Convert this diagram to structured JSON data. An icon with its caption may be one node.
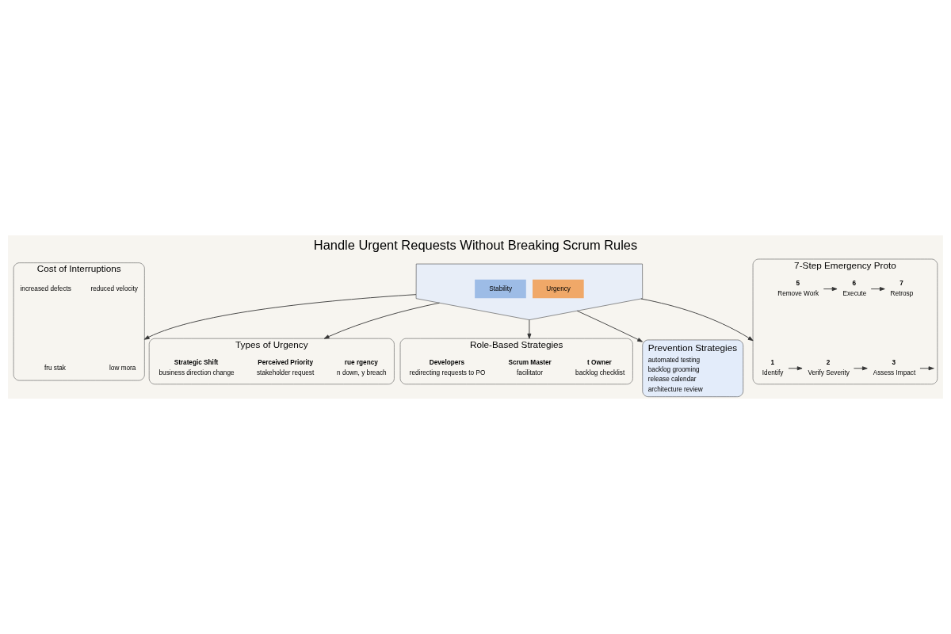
{
  "diagram": {
    "title": "Handle Urgent Requests Without Breaking Scrum Rules",
    "nodes": [
      {
        "text": [
          "Stability",
          "Urgency"
        ]
      },
      {
        "text": [
          "Types of Urgency"
        ]
      },
      {
        "text": [
          "rue rgency",
          "n down, y breach"
        ],
        "in": 1
      },
      {
        "text": [
          "Perceived Priority",
          "stakeholder request"
        ],
        "in": 1
      },
      {
        "text": [
          "Strategic Shift",
          "business direction change"
        ],
        "in": 1
      },
      {
        "text": [
          "Cost of Interruptions"
        ]
      },
      {
        "text": [
          "reduced velocity"
        ],
        "in": 5
      },
      {
        "text": [
          "increased defects"
        ],
        "in": 5
      },
      {
        "text": [
          "low mora"
        ],
        "in": 5
      },
      {
        "text": [
          "fru stak"
        ],
        "in": 5
      },
      {
        "text": [
          "Role-Based Strategies"
        ]
      },
      {
        "text": [
          "t Owner",
          "backlog checklist"
        ],
        "in": 10
      },
      {
        "text": [
          "Scrum Master",
          "facilitator"
        ],
        "in": 10
      },
      {
        "text": [
          "Developers",
          "redirecting requests to PO"
        ],
        "in": 10
      },
      {
        "text": [
          "7-Step Emergency Proto"
        ]
      },
      {
        "text": [
          "1",
          "Identify"
        ],
        "in": 14
      },
      {
        "text": [
          "2",
          "Verify Severity"
        ],
        "in": 14
      },
      {
        "text": [
          "3",
          "Assess Impact"
        ],
        "in": 14
      },
      {
        "text": [
          "5",
          "Remove Work"
        ],
        "in": 14
      },
      {
        "text": [
          "6",
          "Execute"
        ],
        "in": 14
      },
      {
        "text": [
          "7",
          "Retrosp"
        ],
        "in": 14
      },
      {
        "text": [
          "Prevention Strategies",
          "automated testing",
          "backlog grooming",
          "release calendar",
          "architecture review"
        ]
      }
    ],
    "edges": [
      {
        "from": 0,
        "to": 1,
        "arrow": "to"
      },
      {
        "from": 0,
        "to": 5,
        "arrow": "to"
      },
      {
        "from": 0,
        "to": 10,
        "arrow": "to"
      },
      {
        "from": 0,
        "to": 14,
        "arrow": "to"
      },
      {
        "from": 0,
        "to": 21,
        "arrow": "to"
      },
      {
        "from": 15,
        "to": 16,
        "arrow": "to"
      },
      {
        "from": 16,
        "to": 17,
        "arrow": "to"
      },
      {
        "from": 17,
        "to": null,
        "arrow": "to"
      },
      {
        "from": 18,
        "to": 19,
        "arrow": "to"
      },
      {
        "from": 19,
        "to": 20,
        "arrow": "to"
      }
    ]
  }
}
